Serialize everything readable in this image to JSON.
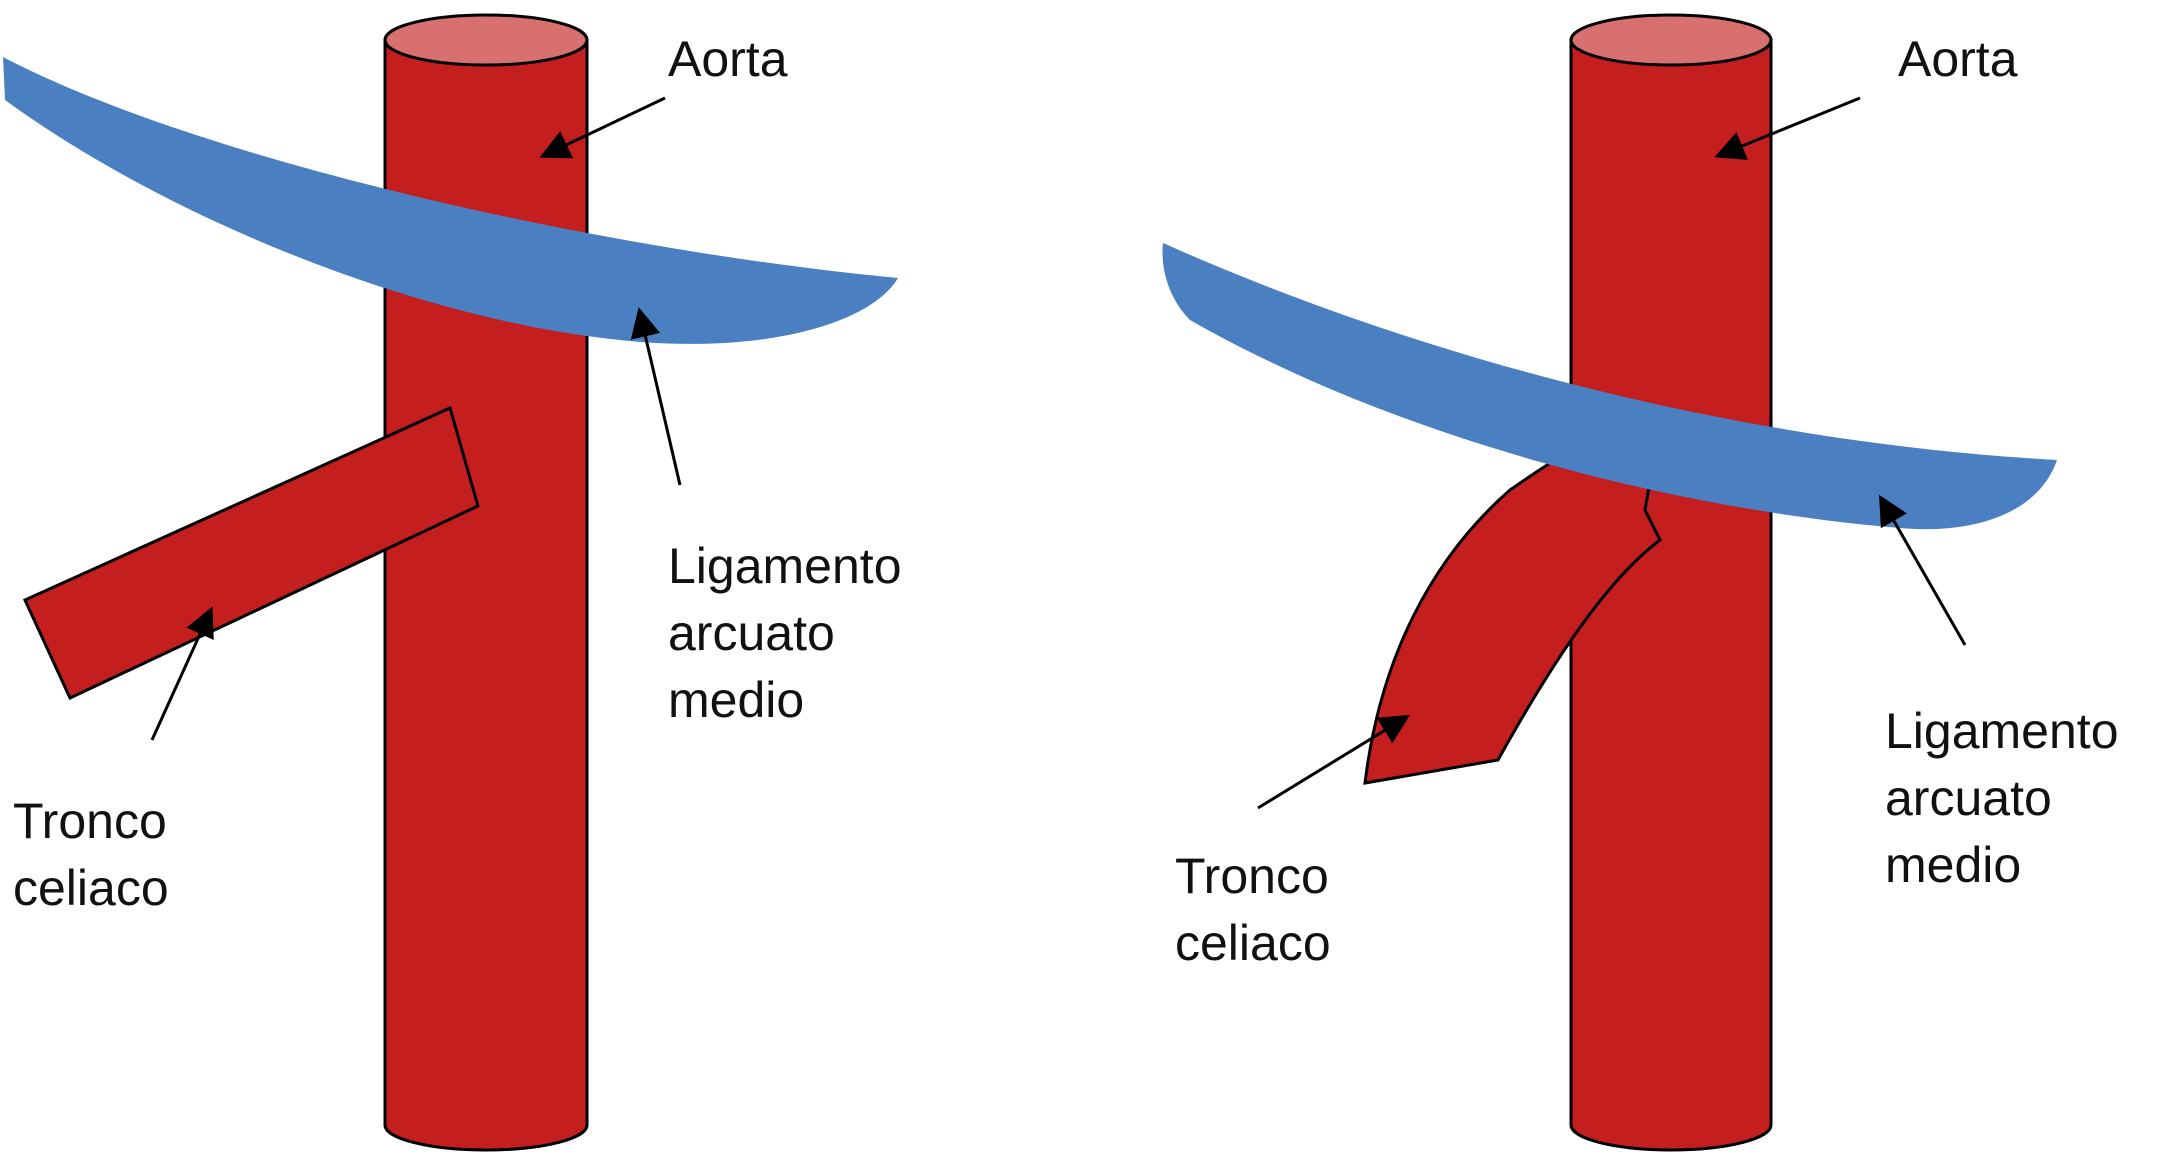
{
  "colors": {
    "aorta": "#c41e1e",
    "aorta_top": "#d97070",
    "ligament": "#4a7fc1",
    "outline": "#000000",
    "text": "#111111"
  },
  "panels": [
    {
      "id": "left",
      "aorta_label": "Aorta",
      "ligament_label": [
        "Ligamento",
        "arcuato",
        "medio"
      ],
      "trunk_label": [
        "Tronco",
        "celiaco"
      ]
    },
    {
      "id": "right",
      "aorta_label": "Aorta",
      "ligament_label": [
        "Ligamento",
        "arcuato",
        "medio"
      ],
      "trunk_label": [
        "Tronco",
        "celiaco"
      ]
    }
  ]
}
